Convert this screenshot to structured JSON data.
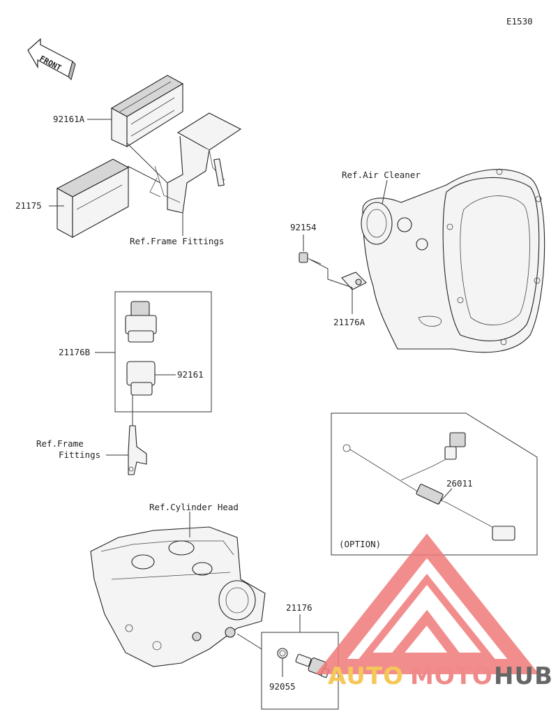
{
  "diagram_code": "E1530",
  "front_label": "FRONT",
  "labels": {
    "p92161A": "92161A",
    "p21175": "21175",
    "ref_frame_fittings_top": "Ref.Frame Fittings",
    "ref_air_cleaner": "Ref.Air Cleaner",
    "p92154": "92154",
    "p21176A": "21176A",
    "p21176B": "21176B",
    "p92161": "92161",
    "ref_frame_line1": "Ref.Frame",
    "ref_frame_line2": "Fittings",
    "ref_cylinder_head": "Ref.Cylinder Head",
    "p26011": "26011",
    "option": "(OPTION)",
    "p21176": "21176",
    "p92055": "92055"
  },
  "watermark": {
    "part1": "AUTO",
    "part2": "MOTO",
    "part3": "HUB",
    "colors": {
      "auto": "#f5c75a",
      "moto": "#f08a8a",
      "hub": "#666666",
      "logo": "#f07a7a"
    }
  }
}
